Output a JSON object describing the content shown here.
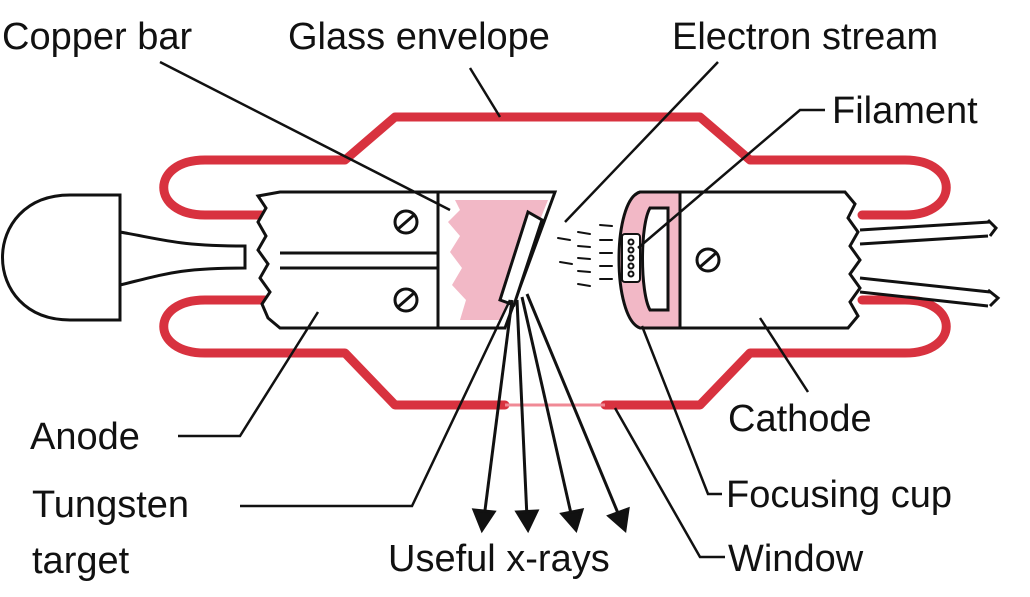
{
  "labels": {
    "copper_bar": "Copper bar",
    "glass_envelope": "Glass envelope",
    "electron_stream": "Electron stream",
    "filament": "Filament",
    "anode": "Anode",
    "cathode": "Cathode",
    "tungsten_target_line1": "Tungsten",
    "tungsten_target_line2": "target",
    "focusing_cup": "Focusing cup",
    "useful_xrays": "Useful x-rays",
    "window": "Window"
  },
  "colors": {
    "envelope": "#d8323f",
    "pink_fill": "#f2b8c6",
    "ink": "#111111",
    "window": "#f08a96"
  },
  "icons": {
    "screw": "screw-icon",
    "arrow": "arrow-down-icon"
  }
}
